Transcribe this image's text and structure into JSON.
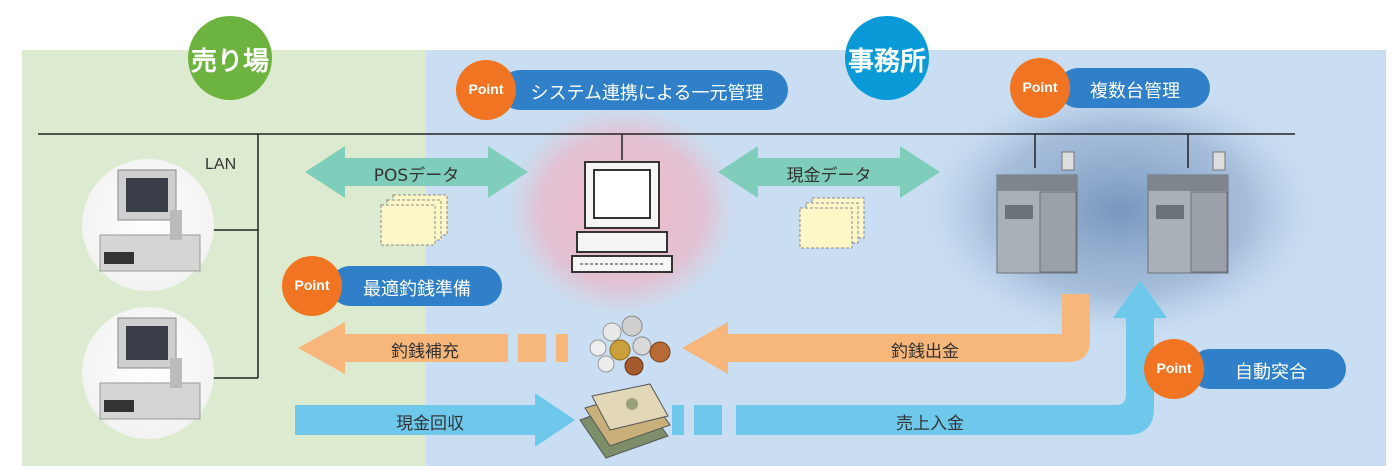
{
  "zones": {
    "sales_floor": "売り場",
    "office": "事務所"
  },
  "network": {
    "lan_label": "LAN"
  },
  "points": {
    "badge_word": "Point",
    "system_integration": "システム連携による一元管理",
    "multi_unit": "複数台管理",
    "optimal_change": "最適釣銭準備",
    "auto_reconcile": "自動突合"
  },
  "flows": {
    "pos_data": "POSデータ",
    "cash_data": "現金データ",
    "change_replenish": "釣銭補充",
    "change_dispense": "釣銭出金",
    "cash_collect": "現金回収",
    "sales_deposit": "売上入金"
  },
  "colors": {
    "sales_bg": "#dcebd0",
    "office_bg": "#c9def2",
    "zone_green": "#6db33f",
    "zone_blue": "#0a9ad8",
    "point_orange": "#f07421",
    "pill_blue": "#2f80c8",
    "arrow_teal": "#7fcdbb",
    "arrow_orange": "#f8b77a",
    "arrow_blue": "#6ec8ec"
  }
}
